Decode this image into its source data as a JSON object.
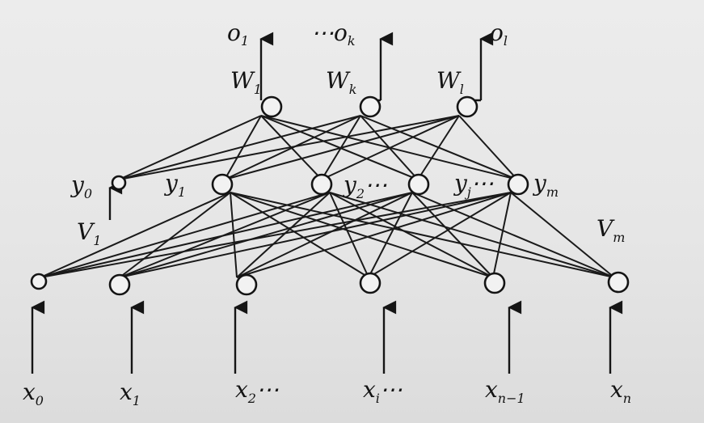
{
  "outputs": [
    {
      "main": "o",
      "sub": "1",
      "prefix": ""
    },
    {
      "main": "o",
      "sub": "k",
      "prefix": "⋯"
    },
    {
      "main": "o",
      "sub": "l",
      "prefix": ""
    }
  ],
  "output_weights": [
    {
      "main": "W",
      "sub": "1"
    },
    {
      "main": "W",
      "sub": "k"
    },
    {
      "main": "W",
      "sub": "l"
    }
  ],
  "hidden_labels": [
    {
      "main": "y",
      "sub": "0",
      "suffix": ""
    },
    {
      "main": "y",
      "sub": "1",
      "suffix": ""
    },
    {
      "main": "y",
      "sub": "2",
      "suffix": "⋯"
    },
    {
      "main": "y",
      "sub": "j",
      "suffix": "⋯"
    },
    {
      "main": "y",
      "sub": "m",
      "suffix": ""
    }
  ],
  "hidden_weights": [
    {
      "main": "V",
      "sub": "1"
    },
    {
      "main": "V",
      "sub": "m"
    }
  ],
  "inputs": [
    {
      "main": "x",
      "sub": "0",
      "suffix": ""
    },
    {
      "main": "x",
      "sub": "1",
      "suffix": ""
    },
    {
      "main": "x",
      "sub": "2",
      "suffix": "⋯"
    },
    {
      "main": "x",
      "sub": "i",
      "suffix": "⋯"
    },
    {
      "main": "x",
      "sub": "n−1",
      "suffix": ""
    },
    {
      "main": "x",
      "sub": "n",
      "suffix": ""
    }
  ]
}
